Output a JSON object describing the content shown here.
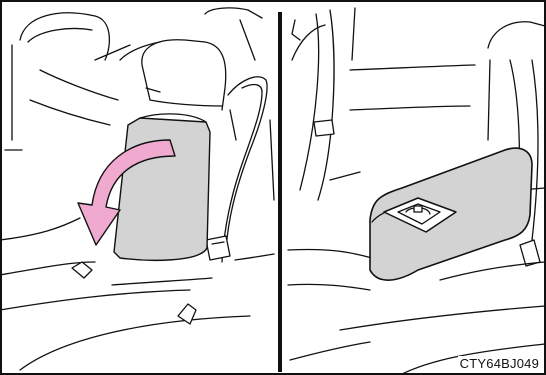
{
  "figure": {
    "reference_code": "CTY64BJ049",
    "panels": [
      {
        "id": "left",
        "subject": "rear-seat-armrest-folding-down"
      },
      {
        "id": "right",
        "subject": "rear-seat-armrest-lowered-with-cup-holder"
      }
    ],
    "colors": {
      "line": "#111111",
      "armrest_fill": "#d3d3d3",
      "arrow_fill": "#f0a9cf",
      "background": "#ffffff"
    },
    "icons": [
      "curved-arrow-icon",
      "seatbelt-buckle-icon",
      "cup-holder-icon",
      "seat-anchor-icon"
    ]
  }
}
